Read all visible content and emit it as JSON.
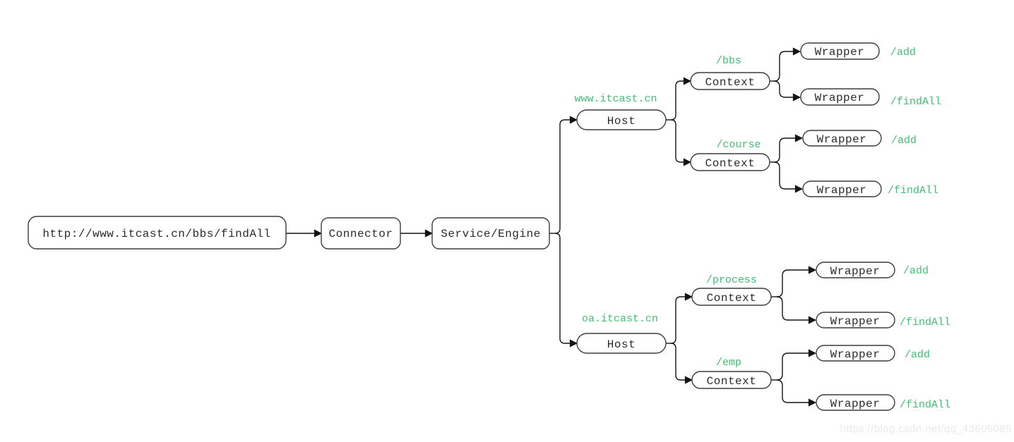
{
  "request": {
    "url": "http://www.itcast.cn/bbs/findAll"
  },
  "pipeline": {
    "connector": "Connector",
    "service_engine": "Service/Engine"
  },
  "hosts": [
    {
      "name": "www.itcast.cn",
      "label": "Host",
      "contexts": [
        {
          "path": "/bbs",
          "label": "Context",
          "wrappers": [
            {
              "label": "Wrapper",
              "mapping": "/add"
            },
            {
              "label": "Wrapper",
              "mapping": "/findAll"
            }
          ]
        },
        {
          "path": "/course",
          "label": "Context",
          "wrappers": [
            {
              "label": "Wrapper",
              "mapping": "/add"
            },
            {
              "label": "Wrapper",
              "mapping": "/findAll"
            }
          ]
        }
      ]
    },
    {
      "name": "oa.itcast.cn",
      "label": "Host",
      "contexts": [
        {
          "path": "/process",
          "label": "Context",
          "wrappers": [
            {
              "label": "Wrapper",
              "mapping": "/add"
            },
            {
              "label": "Wrapper",
              "mapping": "/findAll"
            }
          ]
        },
        {
          "path": "/emp",
          "label": "Context",
          "wrappers": [
            {
              "label": "Wrapper",
              "mapping": "/add"
            },
            {
              "label": "Wrapper",
              "mapping": "/findAll"
            }
          ]
        }
      ]
    }
  ],
  "watermark": "https://blog.csdn.net/qq_43605085",
  "colors": {
    "accent_green": "#3fbf74",
    "line": "#141414",
    "box_border": "#3c3c3c",
    "watermark_gray": "#eaeaea"
  }
}
